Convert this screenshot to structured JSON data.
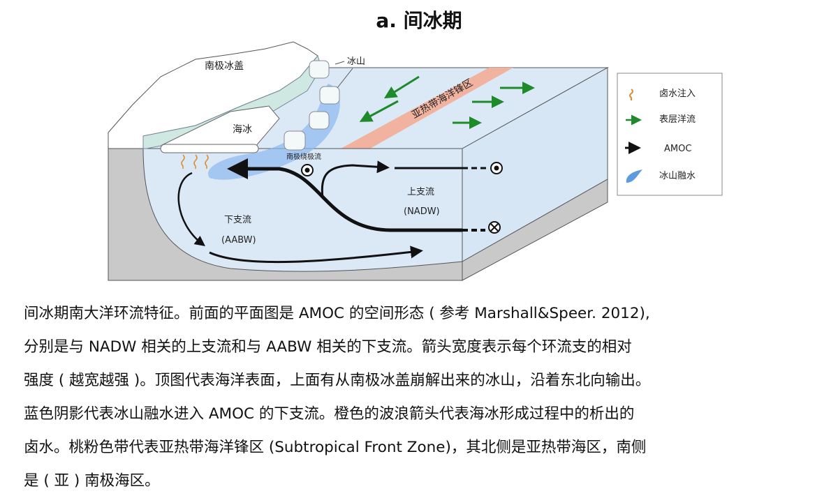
{
  "title": "a. 间冰期",
  "diagram": {
    "labels": {
      "ice_sheet": "南极冰盖",
      "iceberg": "冰山",
      "sea_ice": "海冰",
      "front_zone": "亚热带海洋锋区",
      "acc": "南极绕极流",
      "upper_branch": "上支流",
      "upper_branch_abbr": "(NADW)",
      "lower_branch": "下支流",
      "lower_branch_abbr": "(AABW)"
    },
    "legend": [
      {
        "icon": "brine-wave-arrow-icon",
        "label": "卤水注入"
      },
      {
        "icon": "green-arrow-icon",
        "label": "表层洋流"
      },
      {
        "icon": "black-arrow-icon",
        "label": "AMOC"
      },
      {
        "icon": "meltwater-blob-icon",
        "label": "冰山融水"
      }
    ],
    "colors": {
      "ocean": "#dbe9f7",
      "seabed": "#c9c9c9",
      "front": "#f1b3a0",
      "surface_arrow": "#1e8a2a",
      "brine": "#e08a2a",
      "meltwater": "#5d9ae0"
    }
  },
  "caption": [
    "间冰期南大洋环流特征。前面的平面图是 AMOC 的空间形态 ( 参考 Marshall&Speer. 2012),",
    "分别是与 NADW 相关的上支流和与 AABW 相关的下支流。箭头宽度表示每个环流支的相对",
    "强度 ( 越宽越强 )。顶图代表海洋表面，上面有从南极冰盖崩解出来的冰山，沿着东北向输出。",
    "蓝色阴影代表冰山融水进入 AMOC 的下支流。橙色的波浪箭头代表海冰形成过程中的析出的",
    "卤水。桃粉色带代表亚热带海洋锋区 (Subtropical Front Zone)，其北侧是亚热带海区，南侧",
    "是 ( 亚 ) 南极海区。"
  ]
}
